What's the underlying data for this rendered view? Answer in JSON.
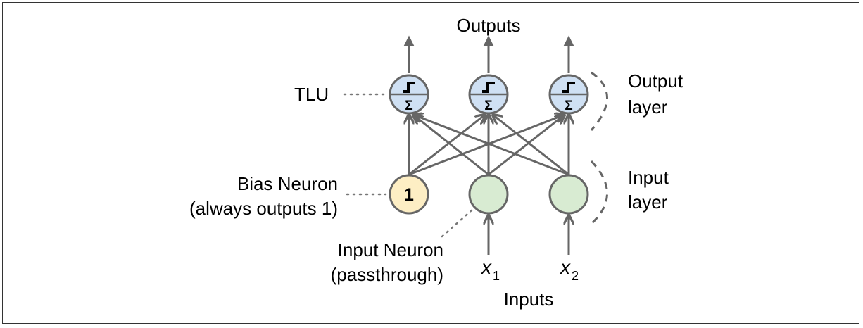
{
  "labels": {
    "outputs": "Outputs",
    "inputs": "Inputs",
    "tlu": "TLU",
    "output_layer_line1": "Output",
    "output_layer_line2": "layer",
    "input_layer_line1": "Input",
    "input_layer_line2": "layer",
    "bias_line1": "Bias Neuron",
    "bias_line2": "(always outputs 1)",
    "input_neuron_line1": "Input Neuron",
    "input_neuron_line2": "(passthrough)",
    "x1_var": "x",
    "x1_sub": "1",
    "x2_var": "x",
    "x2_sub": "2",
    "bias_value": "1",
    "sum_symbol": "Σ"
  },
  "colors": {
    "tlu_fill": "#cfe0f3",
    "bias_fill": "#fdeec4",
    "input_fill": "#d8ebd2",
    "node_stroke": "#666666",
    "edge": "#666666"
  },
  "icons": {
    "activation": "step-function-icon",
    "sum": "sigma-icon"
  }
}
